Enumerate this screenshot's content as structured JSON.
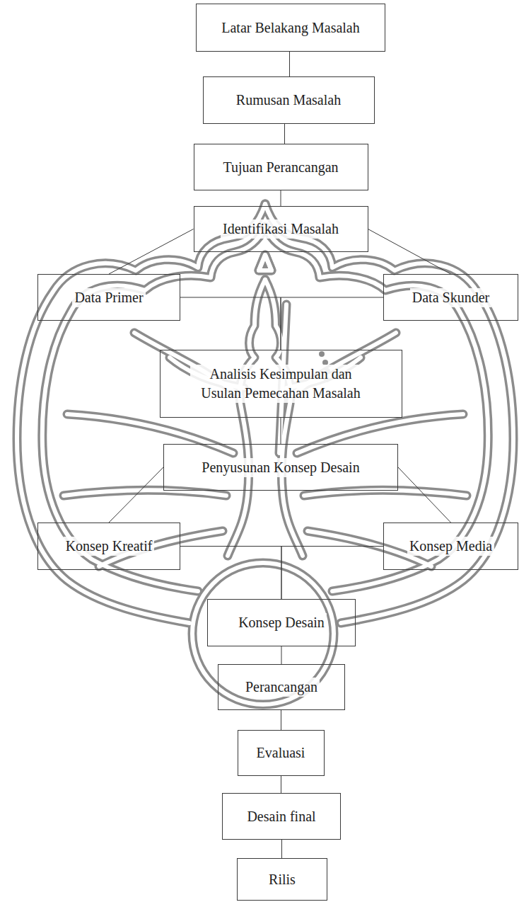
{
  "diagram": {
    "nodes": [
      {
        "text": [
          "Latar Belakang Masalah"
        ]
      },
      {
        "text": [
          "Rumusan Masalah"
        ]
      },
      {
        "text": [
          "Tujuan Perancangan"
        ]
      },
      {
        "text": [
          "Identifikasi Masalah"
        ]
      },
      {
        "text": [
          "Data Primer"
        ]
      },
      {
        "text": [
          "Data Skunder"
        ]
      },
      {
        "text": [
          "Analisis Kesimpulan dan Usulan Pemecahan Masalah"
        ]
      },
      {
        "text": [
          "Penyusunan Konsep Desain"
        ]
      },
      {
        "text": [
          "Konsep Kreatif"
        ]
      },
      {
        "text": [
          "Konsep Media"
        ]
      },
      {
        "text": [
          "Konsep Desain"
        ]
      },
      {
        "text": [
          "Perancangan"
        ]
      },
      {
        "text": [
          "Evaluasi"
        ]
      },
      {
        "text": [
          "Desain final"
        ]
      },
      {
        "text": [
          "Rilis"
        ]
      }
    ],
    "edges": [
      {
        "from": 0,
        "to": 1,
        "arrow": "none"
      },
      {
        "from": 1,
        "to": 2,
        "arrow": "none"
      },
      {
        "from": 2,
        "to": 3,
        "arrow": "none"
      },
      {
        "from": 3,
        "to": 4,
        "arrow": "none"
      },
      {
        "from": 3,
        "to": 5,
        "arrow": "none"
      },
      {
        "from": 4,
        "to": 6,
        "arrow": "none"
      },
      {
        "from": 5,
        "to": 6,
        "arrow": "none"
      },
      {
        "from": 6,
        "to": 7,
        "arrow": "none"
      },
      {
        "from": 7,
        "to": 8,
        "arrow": "none"
      },
      {
        "from": 7,
        "to": 9,
        "arrow": "none"
      },
      {
        "from": 8,
        "to": 10,
        "arrow": "none"
      },
      {
        "from": 9,
        "to": 10,
        "arrow": "none"
      },
      {
        "from": 10,
        "to": 11,
        "arrow": "none"
      },
      {
        "from": 11,
        "to": 12,
        "arrow": "none"
      },
      {
        "from": 12,
        "to": 13,
        "arrow": "none"
      },
      {
        "from": 13,
        "to": 14,
        "arrow": "none"
      }
    ]
  }
}
